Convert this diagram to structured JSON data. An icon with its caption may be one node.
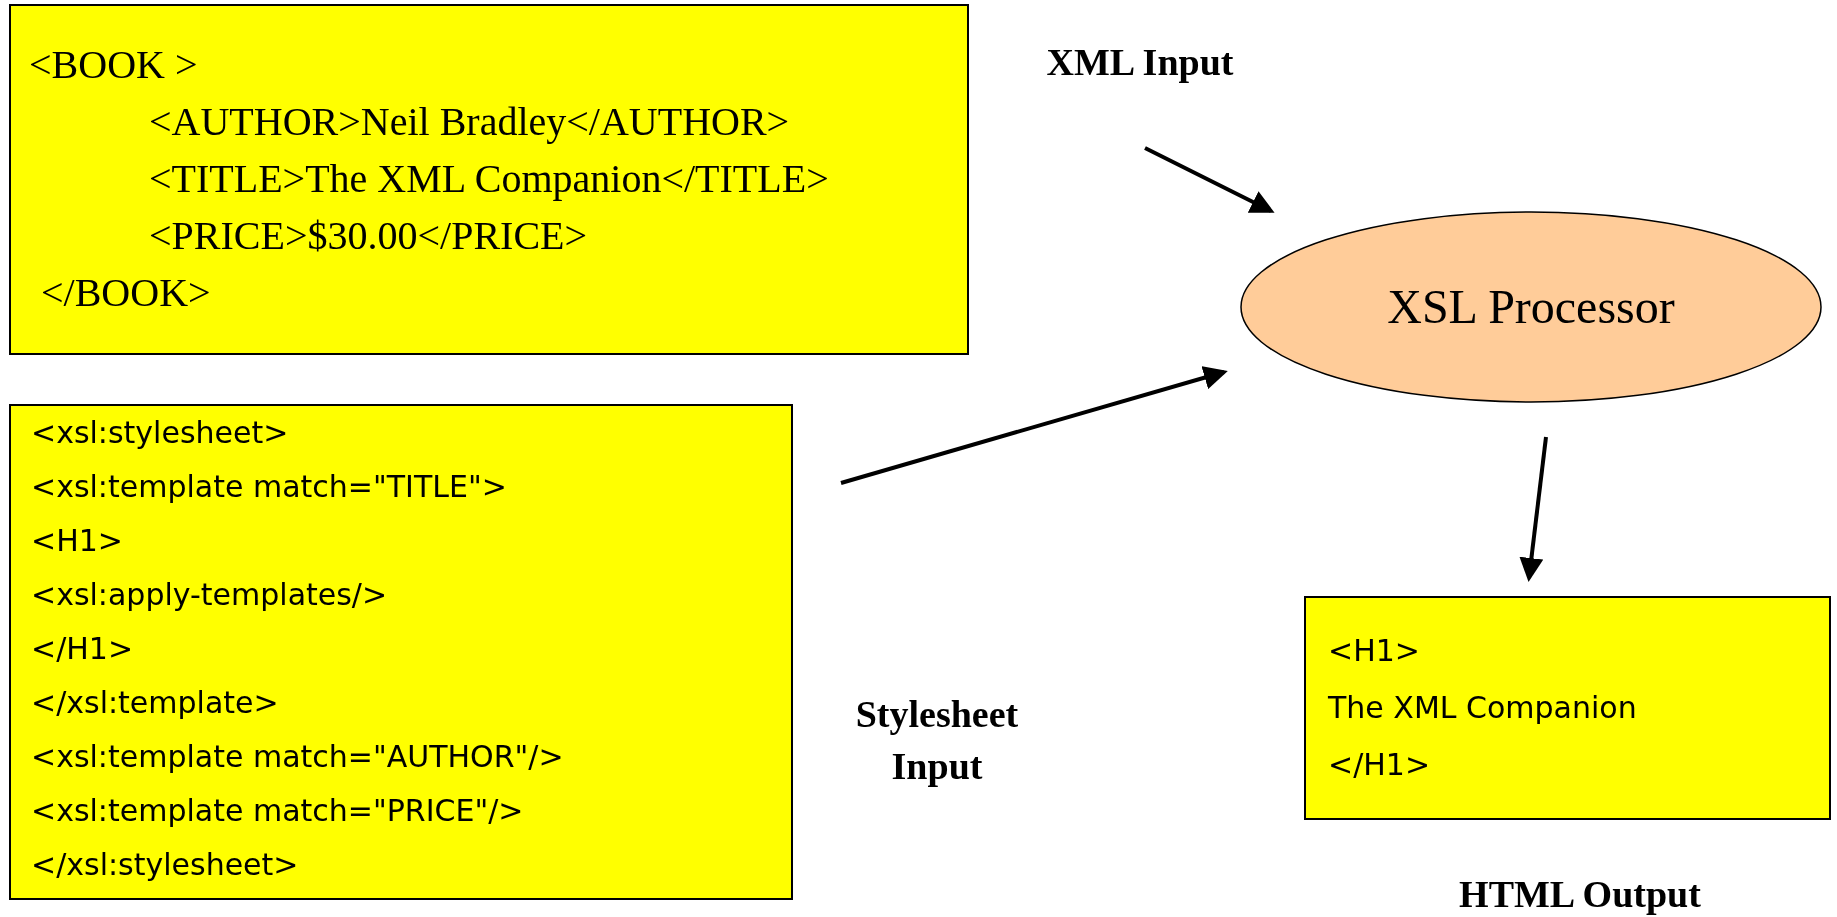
{
  "diagram": {
    "nodes": [
      {
        "text": [
          "<BOOK >",
          "<AUTHOR>Neil Bradley</AUTHOR>",
          "<TITLE>The XML Companion</TITLE>",
          "<PRICE>$30.00</PRICE>",
          "</BOOK>"
        ]
      },
      {
        "text": [
          "<xsl:stylesheet>",
          "<xsl:template match=\"TITLE\">",
          "<H1>",
          "<xsl:apply-templates/>",
          "</H1>",
          "</xsl:template>",
          "<xsl:template match=\"AUTHOR\"/>",
          "<xsl:template match=\"PRICE\"/>",
          "</xsl:stylesheet>"
        ],
        "beside": [
          "Stylesheet Input"
        ]
      },
      {
        "text": [
          "XSL Processor"
        ]
      },
      {
        "text": [
          "<H1>",
          "The XML Companion",
          "</H1>"
        ],
        "beside": [
          "HTML Output"
        ]
      },
      {
        "text": [
          "XML Input"
        ]
      }
    ],
    "edges": [
      {
        "from": 4,
        "to": 2,
        "arrow": "to"
      },
      {
        "from": 1,
        "to": 2,
        "arrow": "to"
      },
      {
        "from": 2,
        "to": 3,
        "arrow": "to"
      }
    ]
  }
}
